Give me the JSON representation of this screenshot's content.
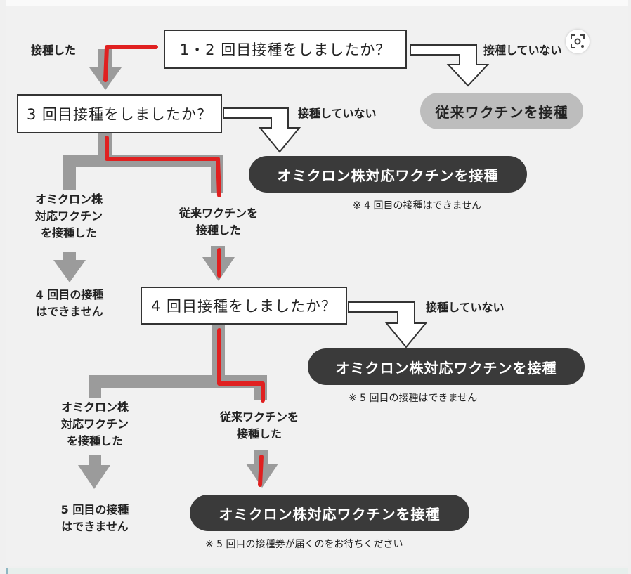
{
  "flow": {
    "q1": "1・2 回目接種をしましたか？",
    "q2": "3 回目接種をしましたか？",
    "q3": "4 回目接種をしましたか？",
    "vaccinated": "接種した",
    "not_vaccinated_1": "接種していない",
    "not_vaccinated_2": "接種していない",
    "not_vaccinated_3": "接種していない",
    "conventional_result": "従来ワクチンを接種",
    "omicron_result_1": "オミクロン株対応ワクチンを接種",
    "omicron_result_2": "オミクロン株対応ワクチンを接種",
    "omicron_result_3": "オミクロン株対応ワクチンを接種",
    "note_1": "※ 4 回目の接種はできません",
    "note_2": "※ 5 回目の接種はできません",
    "note_3": "※ 5 回目の接種券が届くのをお待ちください",
    "omicron_taken_a": [
      "オミクロン株",
      "対応ワクチン",
      "を接種した"
    ],
    "conventional_taken_a": [
      "従来ワクチンを",
      "接種した"
    ],
    "no_fourth": [
      "4 回目の接種",
      "はできません"
    ],
    "omicron_taken_b": [
      "オミクロン株",
      "対応ワクチン",
      "を接種した"
    ],
    "conventional_taken_b": [
      "従来ワクチンを",
      "接種した"
    ],
    "no_fifth": [
      "5 回目の接種",
      "はできません"
    ]
  },
  "colors": {
    "highlight_path": "#e02020",
    "gray_arrow": "#9b9b9b",
    "dark_pill": "#3a3a3a",
    "light_pill": "#bdbdbd"
  },
  "icons": {
    "lens": "lens-search-icon"
  }
}
